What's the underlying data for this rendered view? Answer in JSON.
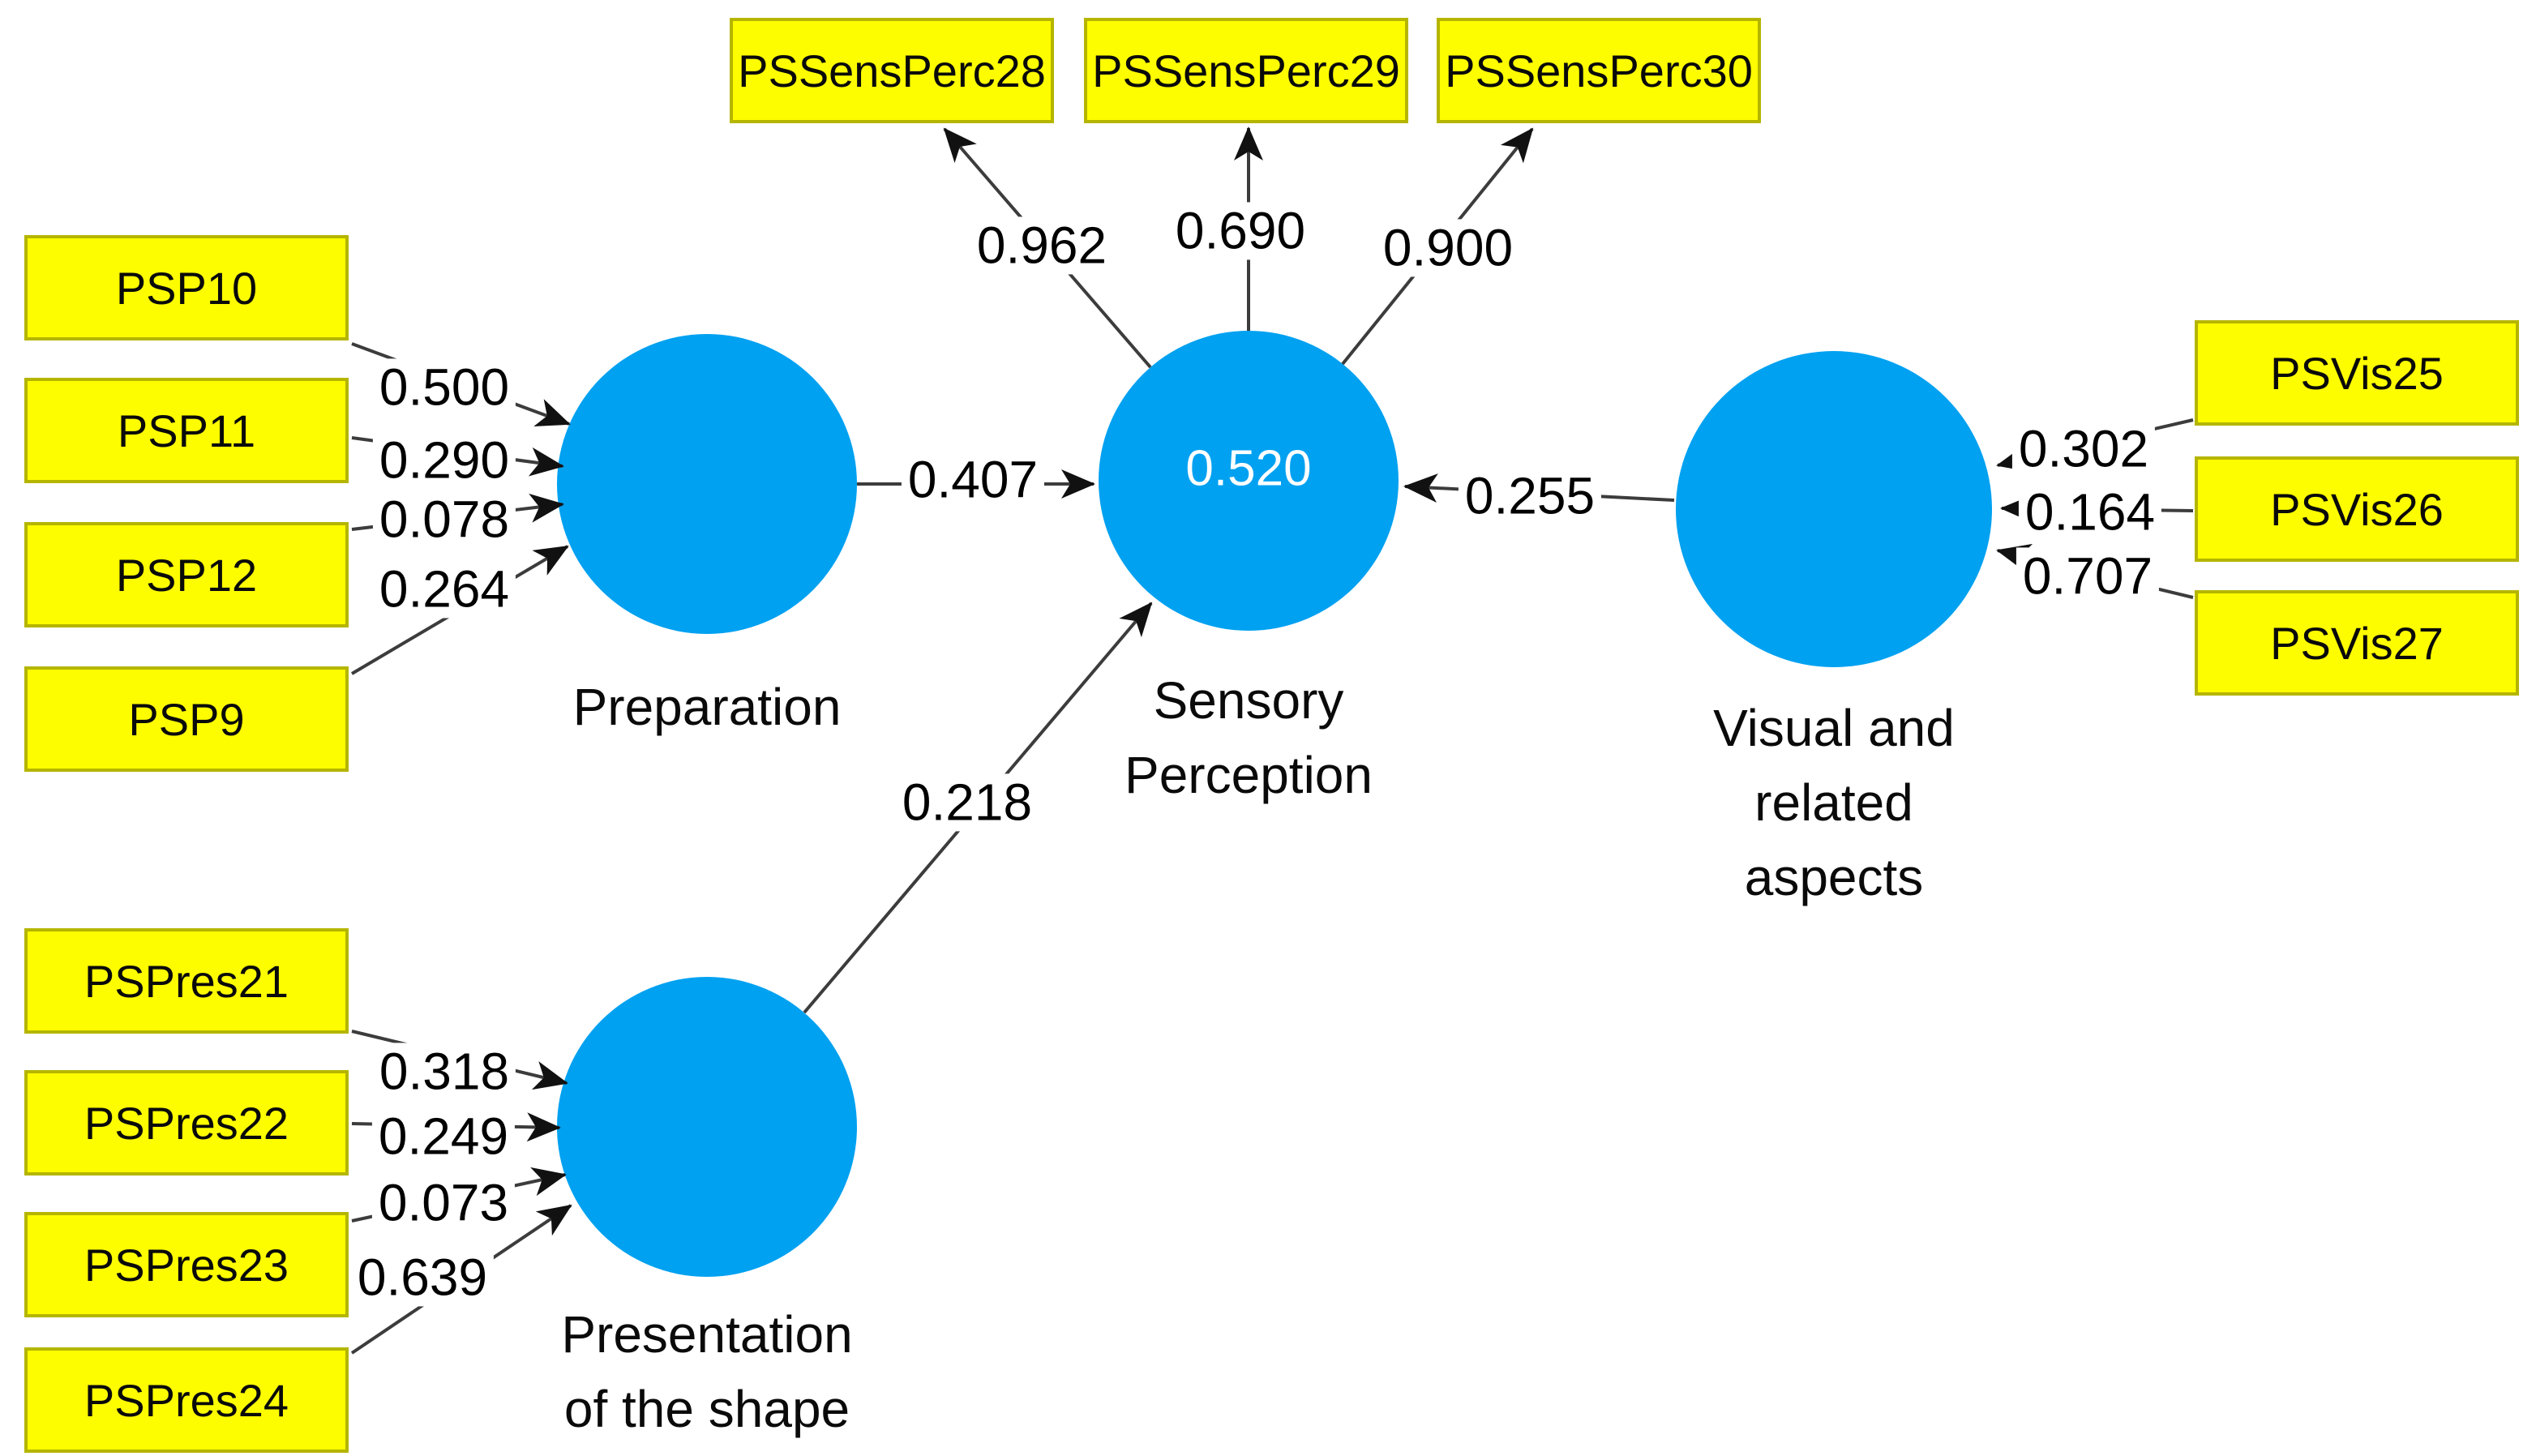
{
  "model": {
    "constructs": [
      {
        "id": "preparation",
        "label": "Preparation",
        "r2": ""
      },
      {
        "id": "sensory_perception",
        "label": "Sensory Perception",
        "r2": "0.520"
      },
      {
        "id": "visual_related_aspects",
        "label": "Visual and related aspects",
        "r2": ""
      },
      {
        "id": "presentation_of_the_shape",
        "label": "Presentation of the shape",
        "r2": ""
      }
    ],
    "indicators": [
      {
        "label": "PSP10",
        "construct": "Preparation",
        "loading": "0.500"
      },
      {
        "label": "PSP11",
        "construct": "Preparation",
        "loading": "0.290"
      },
      {
        "label": "PSP12",
        "construct": "Preparation",
        "loading": "0.078"
      },
      {
        "label": "PSP9",
        "construct": "Preparation",
        "loading": "0.264"
      },
      {
        "label": "PSSensPerc28",
        "construct": "Sensory Perception",
        "loading": "0.962"
      },
      {
        "label": "PSSensPerc29",
        "construct": "Sensory Perception",
        "loading": "0.690"
      },
      {
        "label": "PSSensPerc30",
        "construct": "Sensory Perception",
        "loading": "0.900"
      },
      {
        "label": "PSVis25",
        "construct": "Visual and related aspects",
        "loading": "0.302"
      },
      {
        "label": "PSVis26",
        "construct": "Visual and related aspects",
        "loading": "0.164"
      },
      {
        "label": "PSVis27",
        "construct": "Visual and related aspects",
        "loading": "0.707"
      },
      {
        "label": "PSPres21",
        "construct": "Presentation of the shape",
        "loading": "0.318"
      },
      {
        "label": "PSPres22",
        "construct": "Presentation of the shape",
        "loading": "0.249"
      },
      {
        "label": "PSPres23",
        "construct": "Presentation of the shape",
        "loading": "0.073"
      },
      {
        "label": "PSPres24",
        "construct": "Presentation of the shape",
        "loading": "0.639"
      }
    ],
    "paths": [
      {
        "from": "Preparation",
        "to": "Sensory Perception",
        "coef": "0.407"
      },
      {
        "from": "Visual and related aspects",
        "to": "Sensory Perception",
        "coef": "0.255"
      },
      {
        "from": "Presentation of the shape",
        "to": "Sensory Perception",
        "coef": "0.218"
      }
    ],
    "colors": {
      "construct_fill": "#00a1f1",
      "indicator_fill": "#fdfd00",
      "indicator_border": "#b5b500",
      "arrow": "#3c3c3c",
      "text": "#000000",
      "r2_text": "#ffffff",
      "background": "#ffffff"
    }
  }
}
